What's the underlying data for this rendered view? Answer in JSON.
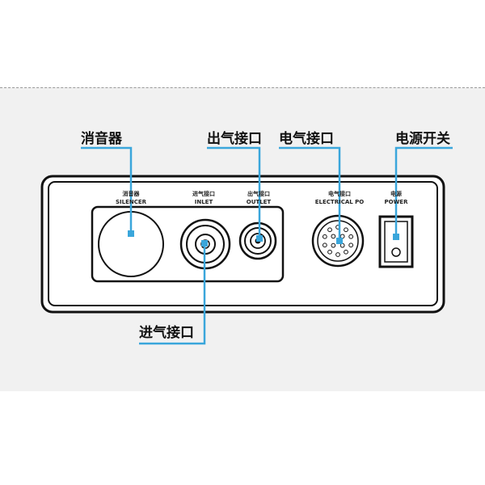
{
  "callouts": {
    "silencer": "消音器",
    "outlet": "出气接口",
    "electrical": "电气接口",
    "power_switch": "电源开关",
    "inlet": "进气接口"
  },
  "panel_labels": {
    "silencer_cn": "消音器",
    "silencer_en": "SILENCER",
    "inlet_cn": "进气接口",
    "inlet_en": "INLET",
    "outlet_cn": "出气接口",
    "outlet_en": "OUTLET",
    "electrical_cn": "电气接口",
    "electrical_en": "ELECTRICAL PO",
    "power_cn": "电源",
    "power_en": "POWER"
  },
  "colors": {
    "leader": "#3aa6db",
    "panel_stroke": "#111111",
    "background_band": "#f1f1f1"
  }
}
